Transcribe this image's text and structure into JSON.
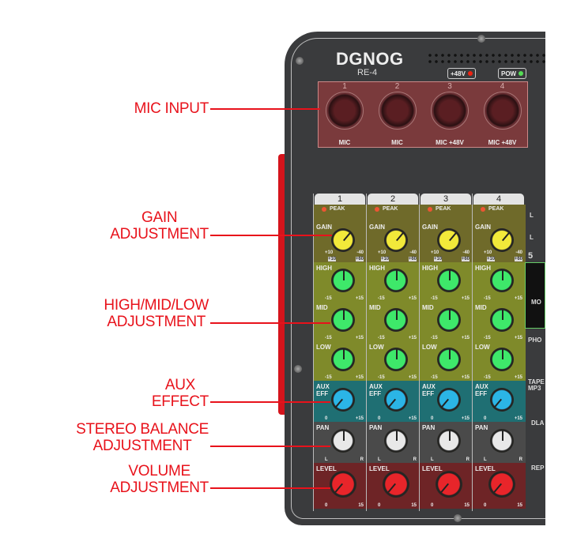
{
  "callouts": [
    {
      "id": "mic-input",
      "lines": [
        "MIC INPUT"
      ]
    },
    {
      "id": "gain",
      "lines": [
        "GAIN",
        "ADJUSTMENT"
      ]
    },
    {
      "id": "eq",
      "lines": [
        "HIGH/MID/LOW",
        "ADJUSTMENT"
      ]
    },
    {
      "id": "aux",
      "lines": [
        "AUX",
        "EFFECT"
      ]
    },
    {
      "id": "pan",
      "lines": [
        "STEREO BALANCE",
        "ADJUSTMENT"
      ]
    },
    {
      "id": "volume",
      "lines": [
        "VOLUME",
        "ADJUSTMENT"
      ]
    }
  ],
  "device": {
    "brand": "DGNOG",
    "model": "RE-4",
    "phantom_label": "+48V",
    "power_label": "POW",
    "mic_inputs": [
      {
        "num": "1",
        "label": "MIC"
      },
      {
        "num": "2",
        "label": "MIC"
      },
      {
        "num": "3",
        "label": "MIC +48V"
      },
      {
        "num": "4",
        "label": "MIC +48V"
      }
    ],
    "channels": [
      "1",
      "2",
      "3",
      "4"
    ],
    "labels": {
      "peak": "PEAK",
      "gain": "GAIN",
      "high": "HIGH",
      "mid": "MID",
      "low": "LOW",
      "aux": "AUX",
      "eff": "EFF",
      "pan": "PAN",
      "level": "LEVEL"
    },
    "scales": {
      "gain_min": "+10",
      "gain_max": "-40",
      "gain_min2": "+10",
      "gain_max2": "+60",
      "eq_min": "-15",
      "eq_max": "+15",
      "aux_min": "0",
      "aux_max": "+15",
      "pan_min": "L",
      "pan_max": "R",
      "level_min": "0",
      "level_max": "15"
    },
    "right_panel": [
      "L",
      "L",
      "5",
      "MO",
      "PHO",
      "TAPE",
      "MP3",
      "DLA",
      "REP"
    ]
  },
  "colors": {
    "annotation": "#e8121b",
    "gain_section": "#6f6a2a",
    "eq_section": "#7f8a2a",
    "aux_section": "#1f6f73",
    "pan_section": "#4a4a4a",
    "level_section": "#6e2426",
    "gain_knob": "#f2e93a",
    "eq_knob": "#3ee86a",
    "aux_knob": "#2bb5e6",
    "pan_knob": "#e8e8e8",
    "level_knob": "#e8252a"
  }
}
